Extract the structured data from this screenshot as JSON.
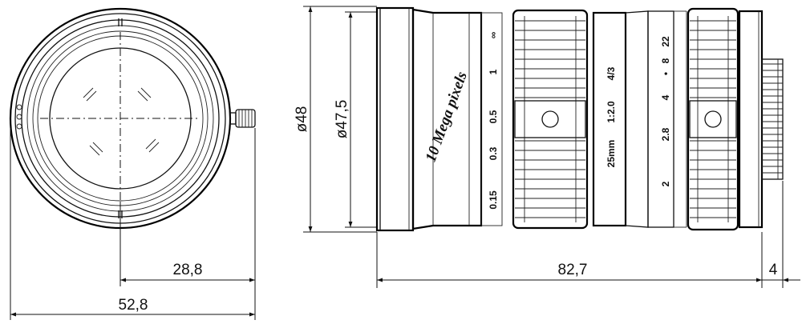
{
  "dimensions": {
    "front_offset": "28,8",
    "front_width": "52,8",
    "length": "82,7",
    "mount_depth": "4",
    "outer_diameter": "ø48",
    "inner_diameter": "ø47,5"
  },
  "lens_markings": {
    "brand": "10 Mega pixels",
    "focus_scale": [
      "0.15",
      "0.3",
      "0.5",
      "1",
      "∞"
    ],
    "focal_length": "25mm",
    "aperture_ratio": "1:2.0",
    "format": "4/3",
    "iris_scale": [
      "2",
      "2.8",
      "4",
      "•",
      "8",
      "22"
    ]
  }
}
